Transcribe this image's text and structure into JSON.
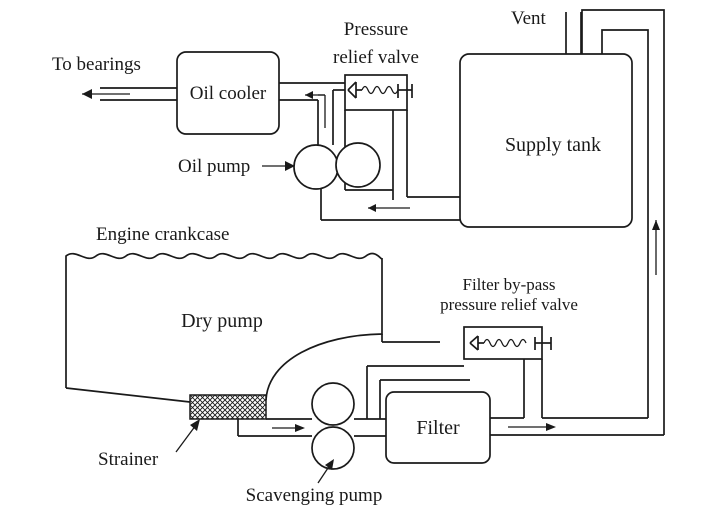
{
  "labels": {
    "to_bearings": "To bearings",
    "oil_cooler": "Oil cooler",
    "pressure_relief_valve_line1": "Pressure",
    "pressure_relief_valve_line2": "relief valve",
    "vent": "Vent",
    "supply_tank": "Supply tank",
    "oil_pump": "Oil pump",
    "engine_crankcase": "Engine crankcase",
    "dry_pump": "Dry pump",
    "filter_bypass_line1": "Filter by-pass",
    "filter_bypass_line2": "pressure relief valve",
    "filter": "Filter",
    "strainer": "Strainer",
    "scavenging_pump": "Scavenging pump"
  },
  "colors": {
    "ink": "#1a1a1a",
    "background": "#ffffff"
  }
}
